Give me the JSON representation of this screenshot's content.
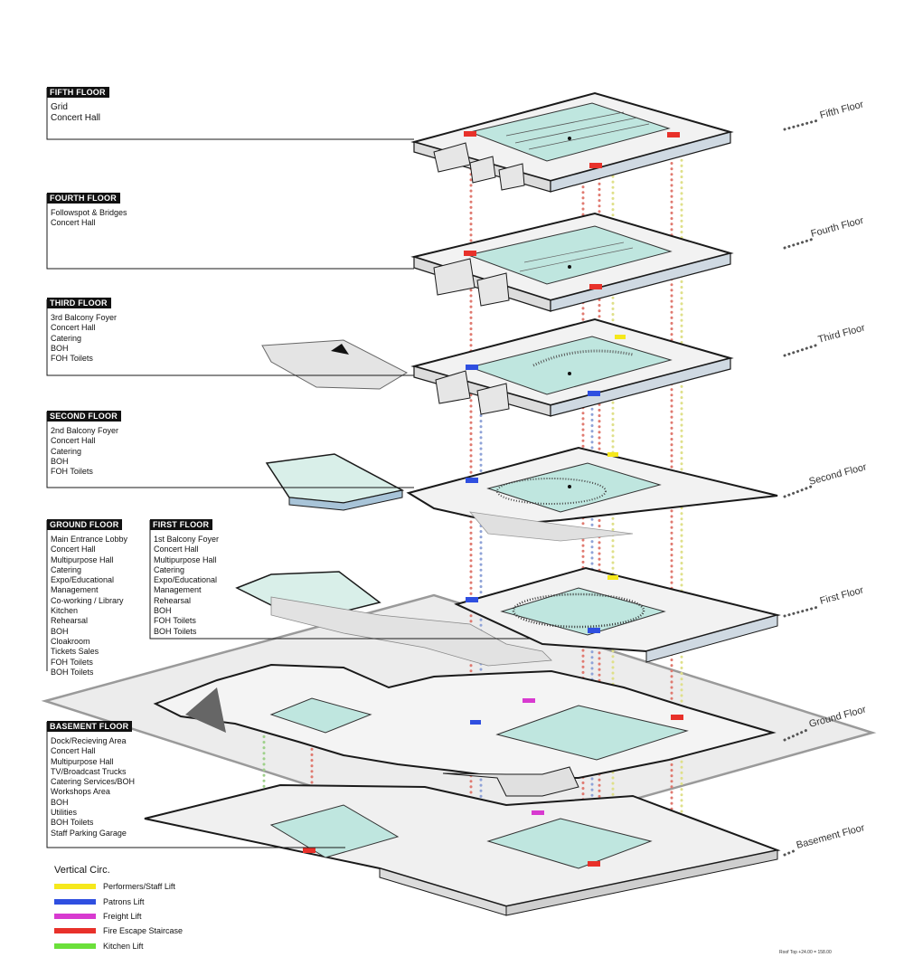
{
  "floor_blocks": [
    {
      "id": "fifth",
      "tag": "FIFTH FLOOR",
      "items": [
        "Grid",
        "Concert Hall"
      ]
    },
    {
      "id": "fourth",
      "tag": "FOURTH FLOOR",
      "items": [
        "Followspot & Bridges",
        "Concert Hall"
      ]
    },
    {
      "id": "third",
      "tag": "THIRD FLOOR",
      "items": [
        "3rd Balcony Foyer",
        "Concert Hall",
        "Catering",
        "BOH",
        "FOH Toilets"
      ]
    },
    {
      "id": "second",
      "tag": "SECOND FLOOR",
      "items": [
        "2nd Balcony Foyer",
        "Concert Hall",
        "Catering",
        "BOH",
        "FOH Toilets"
      ]
    },
    {
      "id": "ground",
      "tag": "GROUND FLOOR",
      "items": [
        "Main Entrance Lobby",
        "Concert Hall",
        "Multipurpose Hall",
        "Catering",
        "Expo/Educational",
        "Management",
        "Co-working / Library",
        "Kitchen",
        "Rehearsal",
        "BOH",
        "Cloakroom",
        "Tickets Sales",
        "FOH Toilets",
        "BOH Toilets"
      ]
    },
    {
      "id": "first",
      "tag": "FIRST FLOOR",
      "items": [
        "1st Balcony Foyer",
        "Concert Hall",
        "Multipurpose Hall",
        "Catering",
        "Expo/Educational",
        "Management",
        "Rehearsal",
        "BOH",
        "FOH Toilets",
        "BOH Toilets"
      ]
    },
    {
      "id": "basement",
      "tag": "BASEMENT FLOOR",
      "items": [
        "Dock/Recieving Area",
        "Concert Hall",
        "Multipurpose Hall",
        "TV/Broadcast Trucks",
        "Catering Services/BOH",
        "Workshops Area",
        "BOH",
        "Utilities",
        "BOH Toilets",
        "Staff Parking Garage"
      ]
    }
  ],
  "level_labels": [
    "Fifth Floor",
    "Fourth Floor",
    "Third Floor",
    "Second Floor",
    "First Floor",
    "Ground Floor",
    "Basement Floor"
  ],
  "legend": {
    "title": "Vertical Circ.",
    "entries": [
      {
        "label": "Performers/Staff Lift",
        "color": "#f5e81c"
      },
      {
        "label": "Patrons Lift",
        "color": "#2f4fe0"
      },
      {
        "label": "Freight Lift",
        "color": "#d83ad0"
      },
      {
        "label": "Fire Escape Staircase",
        "color": "#e8312a"
      },
      {
        "label": "Kitchen Lift",
        "color": "#6be03a"
      }
    ]
  },
  "roof_note": "Roof Top    +24.00 = 158.00",
  "colors": {
    "hall_fill": "#bfe6df",
    "slab_fill": "#f2f2f2",
    "ground_plane": "#ececec",
    "line": "#1a1a1a",
    "label_dots": "#555555",
    "shaft_red": "#e07a70",
    "shaft_blue": "#8fa3d8",
    "shaft_yellow": "#dfe08a",
    "shaft_green": "#9ed08a"
  }
}
